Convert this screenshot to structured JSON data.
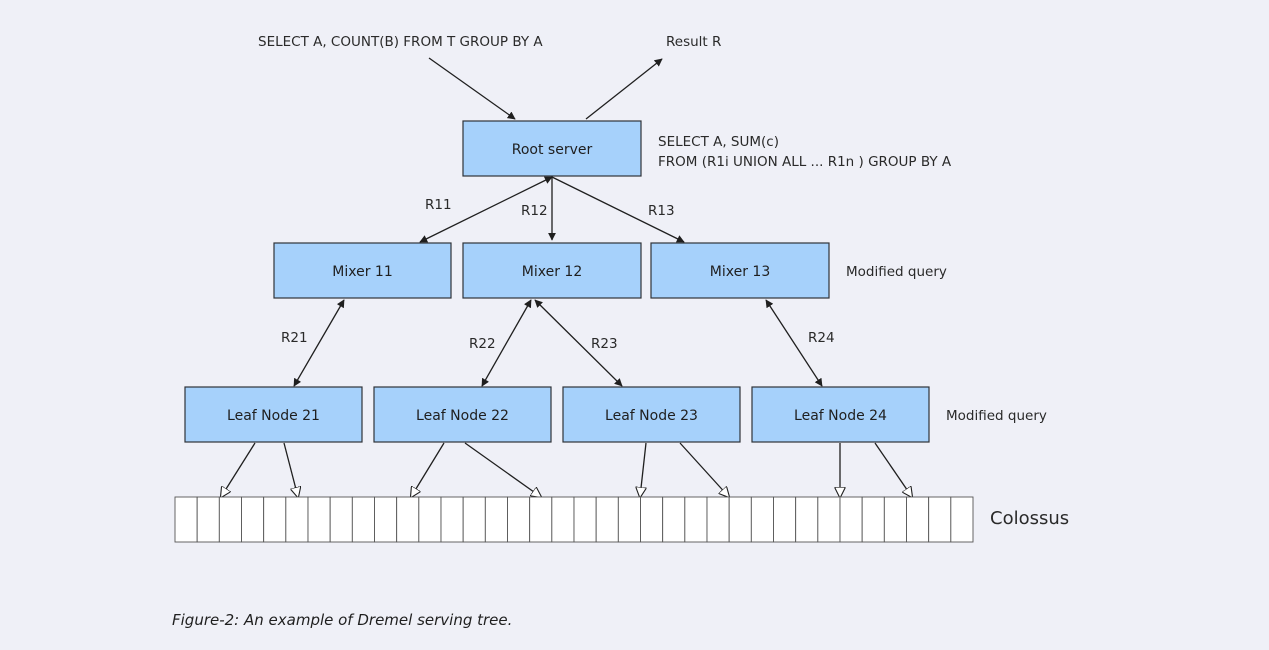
{
  "query_top": "SELECT A, COUNT(B) FROM T GROUP BY A",
  "result_label": "Result R",
  "root_query": {
    "line1": "SELECT A, SUM(c)",
    "line2": "FROM (R1i UNION ALL ... R1n ) GROUP BY A"
  },
  "root": "Root server",
  "mixers": [
    "Mixer 11",
    "Mixer 12",
    "Mixer 13"
  ],
  "mixer_note": "Modified query",
  "leaves": [
    "Leaf Node 21",
    "Leaf Node 22",
    "Leaf Node 23",
    "Leaf Node 24"
  ],
  "leaf_note": "Modified query",
  "edge_labels": [
    "R11",
    "R12",
    "R13",
    "R21",
    "R22",
    "R23",
    "R24"
  ],
  "storage_label": "Colossus",
  "caption": "Figure-2: An example of Dremel serving tree."
}
